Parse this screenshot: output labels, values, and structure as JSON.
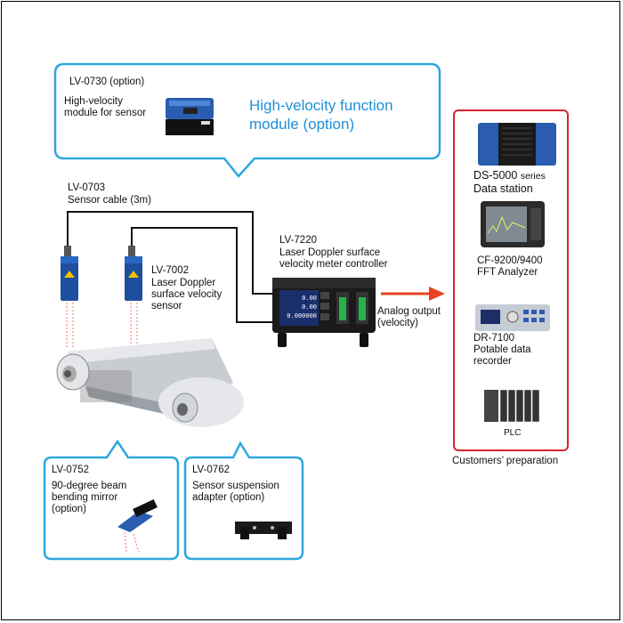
{
  "option_module": {
    "model": "LV-0730 (option)",
    "desc_line1": "High-velocity",
    "desc_line2": "module for sensor",
    "title_line1": "High-velocity function",
    "title_line2": "module (option)"
  },
  "cable": {
    "model": "LV-0703",
    "desc": "Sensor cable (3m)"
  },
  "sensor": {
    "model": "LV-7002",
    "desc_line1": "Laser Doppler",
    "desc_line2": "surface velocity",
    "desc_line3": "sensor"
  },
  "controller": {
    "model": "LV-7220",
    "desc_line1": "Laser Doppler surface",
    "desc_line2": "velocity meter controller",
    "screen_line1": "0.00",
    "screen_line2": "0.00",
    "screen_line3": "0.000000"
  },
  "output": {
    "line1": "Analog output",
    "line2": "(velocity)"
  },
  "customer_devices": [
    {
      "name": "DS-5000",
      "suffix": "series",
      "desc": "Data station"
    },
    {
      "name": "CF-9200/9400",
      "desc": "FFT Analyzer"
    },
    {
      "name": "DR-7100",
      "desc_line1": "Potable data",
      "desc_line2": "recorder"
    },
    {
      "name": "PLC"
    }
  ],
  "customer_caption": "Customers’ preparation",
  "mirror": {
    "model": "LV-0752",
    "desc_line1": "90-degree beam",
    "desc_line2": "bending mirror",
    "desc_line3": "(option)"
  },
  "adapter": {
    "model": "LV-0762",
    "desc_line1": "Sensor suspension",
    "desc_line2": "adapter (option)"
  },
  "colors": {
    "callout_border": "#2ea7e0",
    "title_blue": "#1f8fd6",
    "customer_border": "#d9242b",
    "arrow": "#e8421f",
    "device_blue": "#2a5db0"
  }
}
